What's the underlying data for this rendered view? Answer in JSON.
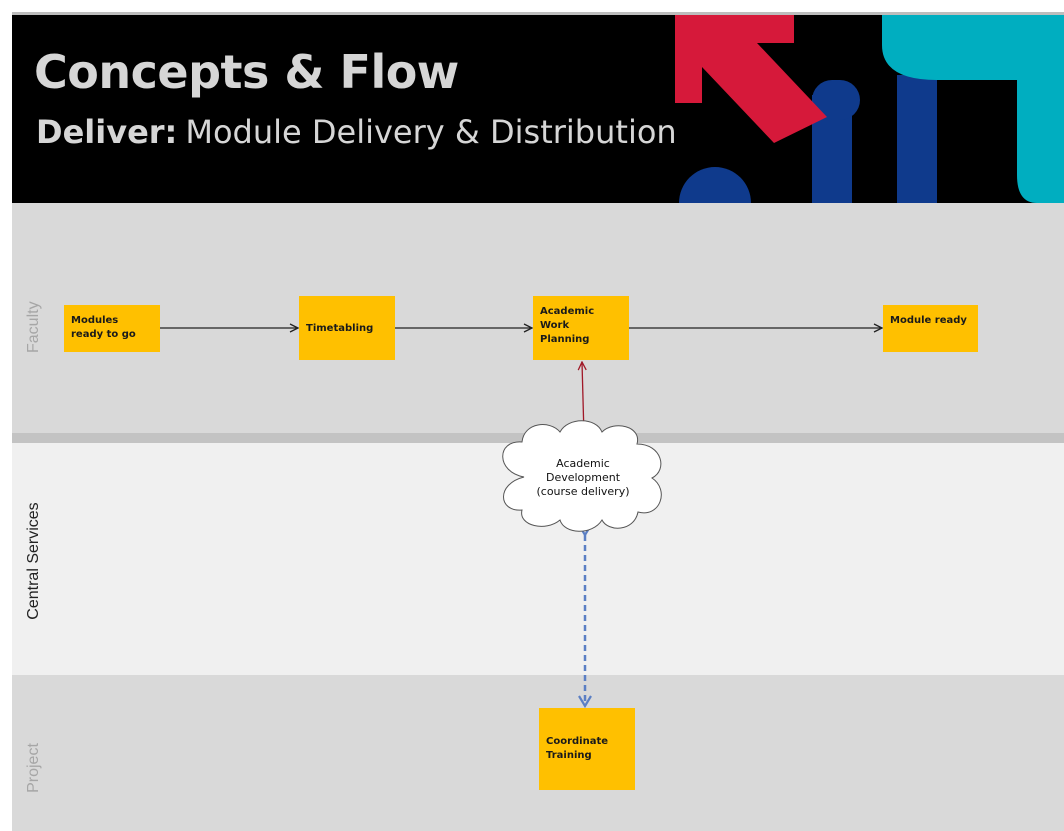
{
  "header": {
    "title": "Concepts & Flow",
    "subtitle_bold": "Deliver:",
    "subtitle_rest": "Module Delivery & Distribution"
  },
  "lanes": {
    "faculty": "Faculty",
    "central": "Central Services",
    "project": "Project"
  },
  "nodes": {
    "modules": "Modules ready to go",
    "timetabling": "Timetabling",
    "awp": "Academic Work Planning",
    "ready": "Module ready",
    "cloud": "Academic Development (course delivery)",
    "coord": "Coordinate Training"
  },
  "colors": {
    "header_bg": "#000000",
    "box": "#ffc000",
    "arrow_red": "#a01828",
    "arrow_blue": "#5b7fc4",
    "accent_red": "#d6193a",
    "accent_blue": "#0f3a8c",
    "accent_teal": "#00aec0"
  },
  "edges": [
    {
      "from": "modules",
      "to": "timetabling",
      "style": "solid"
    },
    {
      "from": "timetabling",
      "to": "awp",
      "style": "solid"
    },
    {
      "from": "awp",
      "to": "ready",
      "style": "solid"
    },
    {
      "from": "cloud",
      "to": "awp",
      "style": "solid-red"
    },
    {
      "from": "cloud",
      "to": "coord",
      "style": "dashed-bidirectional"
    }
  ]
}
